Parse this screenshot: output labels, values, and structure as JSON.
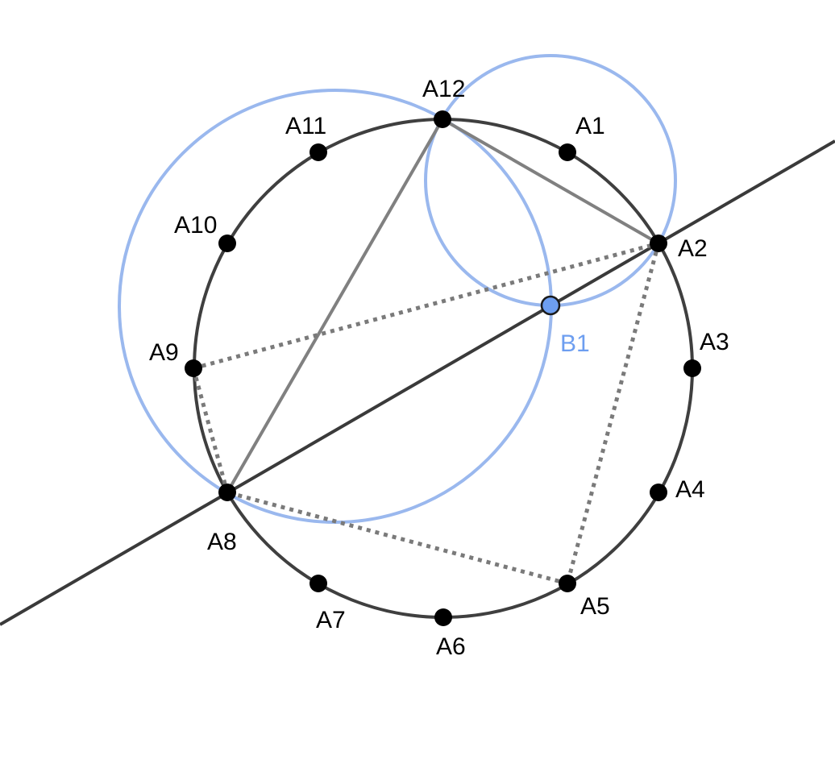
{
  "diagram": {
    "points": [
      {
        "id": "A1",
        "label": "A1"
      },
      {
        "id": "A2",
        "label": "A2"
      },
      {
        "id": "A3",
        "label": "A3"
      },
      {
        "id": "A4",
        "label": "A4"
      },
      {
        "id": "A5",
        "label": "A5"
      },
      {
        "id": "A6",
        "label": "A6"
      },
      {
        "id": "A7",
        "label": "A7"
      },
      {
        "id": "A8",
        "label": "A8"
      },
      {
        "id": "A9",
        "label": "A9"
      },
      {
        "id": "A10",
        "label": "A10"
      },
      {
        "id": "A11",
        "label": "A11"
      },
      {
        "id": "A12",
        "label": "A12"
      },
      {
        "id": "B1",
        "label": "B1"
      }
    ],
    "colors": {
      "main_circle": "#3f3f3f",
      "blue_circles": "#9ab8ee",
      "solid_segments": "#808080",
      "dotted_segments": "#7a7a7a",
      "line": "#3a3a3a",
      "point_fill": "#000000",
      "b1_fill": "#6d9ef0",
      "b1_stroke": "#1a1a1a",
      "b1_label": "#6d9ef0",
      "label_text": "#000000"
    }
  }
}
